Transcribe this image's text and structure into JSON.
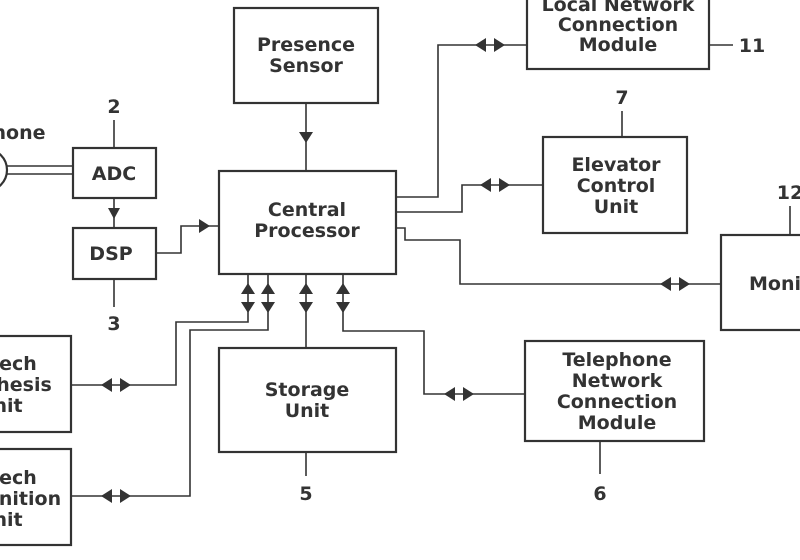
{
  "blocks": {
    "local_network": [
      "Local Network",
      "Connection",
      "Module"
    ],
    "presence": [
      "Presence",
      "Sensor"
    ],
    "microphone": [
      "hone"
    ],
    "adc": [
      "ADC"
    ],
    "dsp": [
      "DSP"
    ],
    "central": [
      "Central",
      "Processor"
    ],
    "elevator": [
      "Elevator",
      "Control",
      "Unit"
    ],
    "monitor": [
      "Moni"
    ],
    "speech_synthesis": [
      "ech",
      "hesis",
      "nit"
    ],
    "storage": [
      "Storage",
      "Unit"
    ],
    "telephone_network": [
      "Telephone",
      "Network",
      "Connection",
      "Module"
    ],
    "speech_recognition": [
      "ech",
      "nition",
      "nit"
    ]
  },
  "refs": {
    "adc": "2",
    "dsp": "3",
    "storage": "5",
    "telephone_network": "6",
    "elevator": "7",
    "local_network": "11",
    "monitor": "12"
  }
}
